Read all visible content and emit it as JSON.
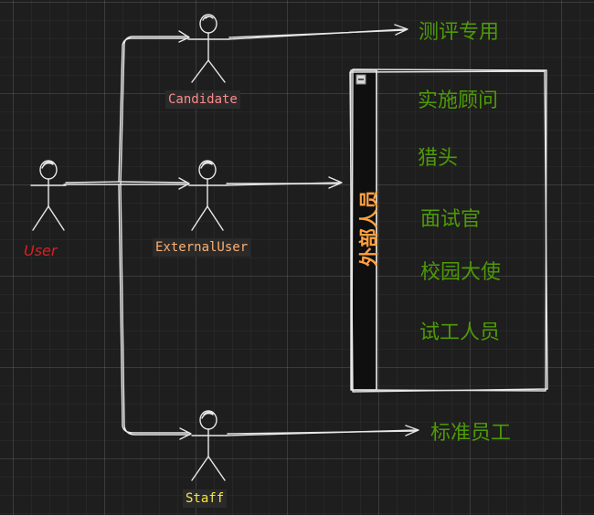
{
  "colors": {
    "stroke": "#e8e8e8",
    "role_text": "#4e9a06",
    "candidate": "#ff8a8a",
    "external_user": "#ffb070",
    "staff": "#f5e642",
    "user": "#d62020",
    "container_title": "#ffa040"
  },
  "actors": {
    "candidate": {
      "label": "Candidate"
    },
    "user": {
      "label": "User"
    },
    "external_user": {
      "label": "ExternalUser"
    },
    "staff": {
      "label": "Staff"
    }
  },
  "container": {
    "title": "外部人员",
    "collapse_icon": "minus-icon",
    "items": [
      "实施顾问",
      "猎头",
      "面试官",
      "校园大使",
      "试工人员"
    ]
  },
  "roles": {
    "candidate_role": "测评专用",
    "staff_role": "标准员工"
  }
}
